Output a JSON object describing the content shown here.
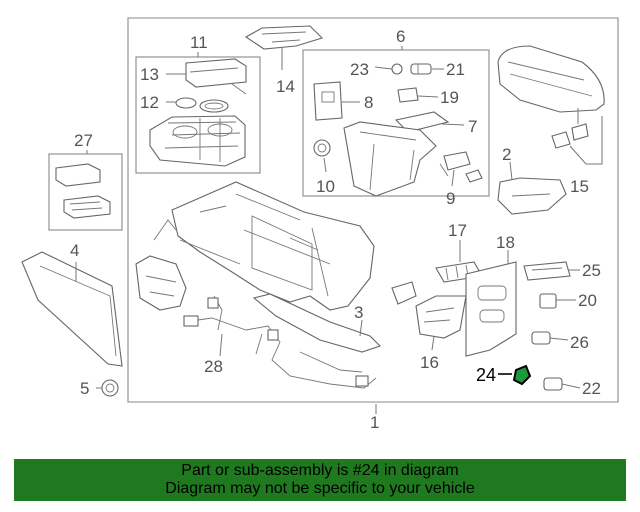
{
  "diagram": {
    "callouts": [
      {
        "id": "1",
        "label": "1"
      },
      {
        "id": "2",
        "label": "2"
      },
      {
        "id": "3",
        "label": "3"
      },
      {
        "id": "4",
        "label": "4"
      },
      {
        "id": "5",
        "label": "5"
      },
      {
        "id": "6",
        "label": "6"
      },
      {
        "id": "7",
        "label": "7"
      },
      {
        "id": "8",
        "label": "8"
      },
      {
        "id": "9",
        "label": "9"
      },
      {
        "id": "10",
        "label": "10"
      },
      {
        "id": "11",
        "label": "11"
      },
      {
        "id": "12",
        "label": "12"
      },
      {
        "id": "13",
        "label": "13"
      },
      {
        "id": "14",
        "label": "14"
      },
      {
        "id": "15",
        "label": "15"
      },
      {
        "id": "16",
        "label": "16"
      },
      {
        "id": "17",
        "label": "17"
      },
      {
        "id": "18",
        "label": "18"
      },
      {
        "id": "19",
        "label": "19"
      },
      {
        "id": "20",
        "label": "20"
      },
      {
        "id": "21",
        "label": "21"
      },
      {
        "id": "22",
        "label": "22"
      },
      {
        "id": "23",
        "label": "23"
      },
      {
        "id": "24",
        "label": "24"
      },
      {
        "id": "25",
        "label": "25"
      },
      {
        "id": "26",
        "label": "26"
      },
      {
        "id": "27",
        "label": "27"
      },
      {
        "id": "28",
        "label": "28"
      }
    ],
    "highlighted_part": "24",
    "highlight_color": "#1a9a3a"
  },
  "footer": {
    "line1": "Part or sub-assembly is #24 in diagram",
    "line2": "Diagram may not be specific to your vehicle",
    "background": "#1f7a1f"
  }
}
